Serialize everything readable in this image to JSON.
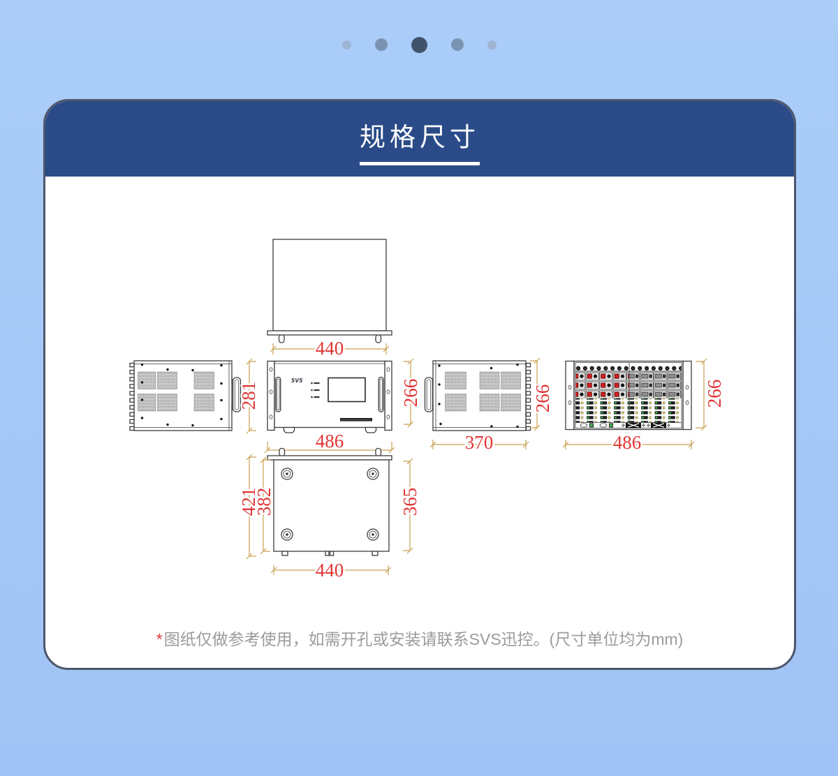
{
  "carousel": {
    "dot_count": 5,
    "active_index": 2
  },
  "header": {
    "title": "规格尺寸"
  },
  "front_panel": {
    "logo": "SVS"
  },
  "dims": {
    "top_width": "440",
    "front_height_total": "281",
    "front_height": "266",
    "front_width": "486",
    "side_depth": "370",
    "side_height": "266",
    "rear_width": "486",
    "rear_height": "266",
    "bottom_length_total": "421",
    "bottom_length_body": "382",
    "bottom_length_inner": "365",
    "bottom_width": "440"
  },
  "footnote": {
    "asterisk": "*",
    "text": "图纸仅做参考使用，如需开孔或安装请联系SVS迅控。",
    "unit_note": "(尺寸单位均为mm)"
  },
  "colors": {
    "page_bg_top": "#abcdf8",
    "page_bg_bottom": "#a0c3f5",
    "header_blue": "#2a4b88",
    "card_border": "#4d5669",
    "dim_red": "#e03434",
    "dim_line": "#c9a050",
    "drawing_line": "#3c3c3c",
    "footnote_gray": "#9b9b9b",
    "dot_active": "#41536b",
    "dot_mid": "#7b93b2",
    "dot_faint": "#9db4d3"
  }
}
